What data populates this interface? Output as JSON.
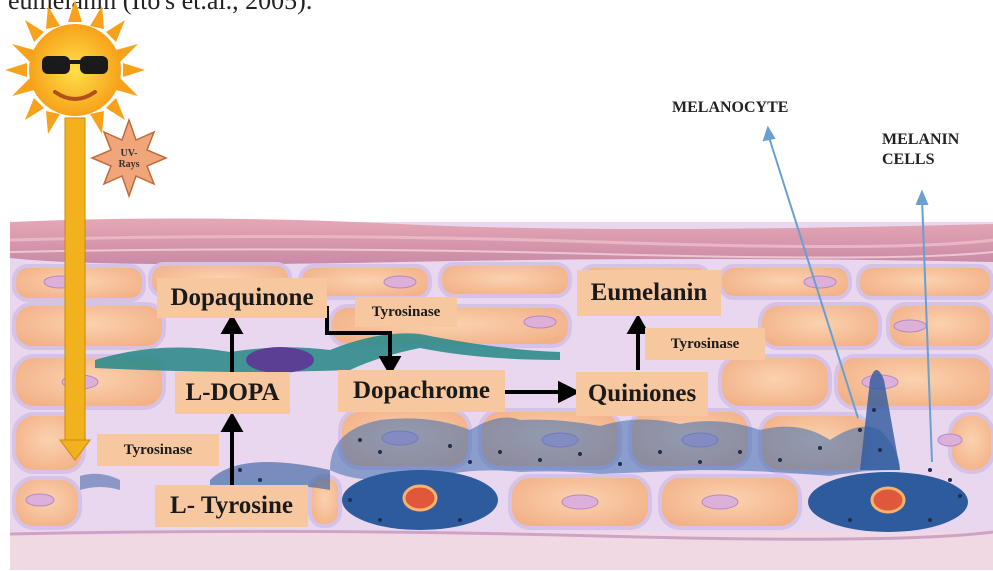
{
  "caption_fragment": "eumelanin (Ito's et.al., 2005).",
  "uv_label": [
    "UV-",
    "Rays"
  ],
  "labels": {
    "melanocyte": "MELANOCYTE",
    "melanin_cells": [
      "MELANIN",
      "CELLS"
    ]
  },
  "pathway": {
    "l_tyrosine": "L- Tyrosine",
    "l_dopa": "L-DOPA",
    "dopaquinone": "Dopaquinone",
    "dopachrome": "Dopachrome",
    "quiniones": "Quiniones",
    "eumelanin": "Eumelanin"
  },
  "enzymes": {
    "tyrosinase_1": "Tyrosinase",
    "tyrosinase_2": "Tyrosinase",
    "tyrosinase_3": "Tyrosinase"
  },
  "colors": {
    "stratum": "#f3b98f",
    "membrane": "#d9c3e8",
    "top_layer": "#d98fa3",
    "melanocyte": "#2e5a9e",
    "dopa_cell": "#2f8c8c",
    "uv_arrow": "#f2b21e",
    "pointer_line": "#6a9fd0"
  }
}
